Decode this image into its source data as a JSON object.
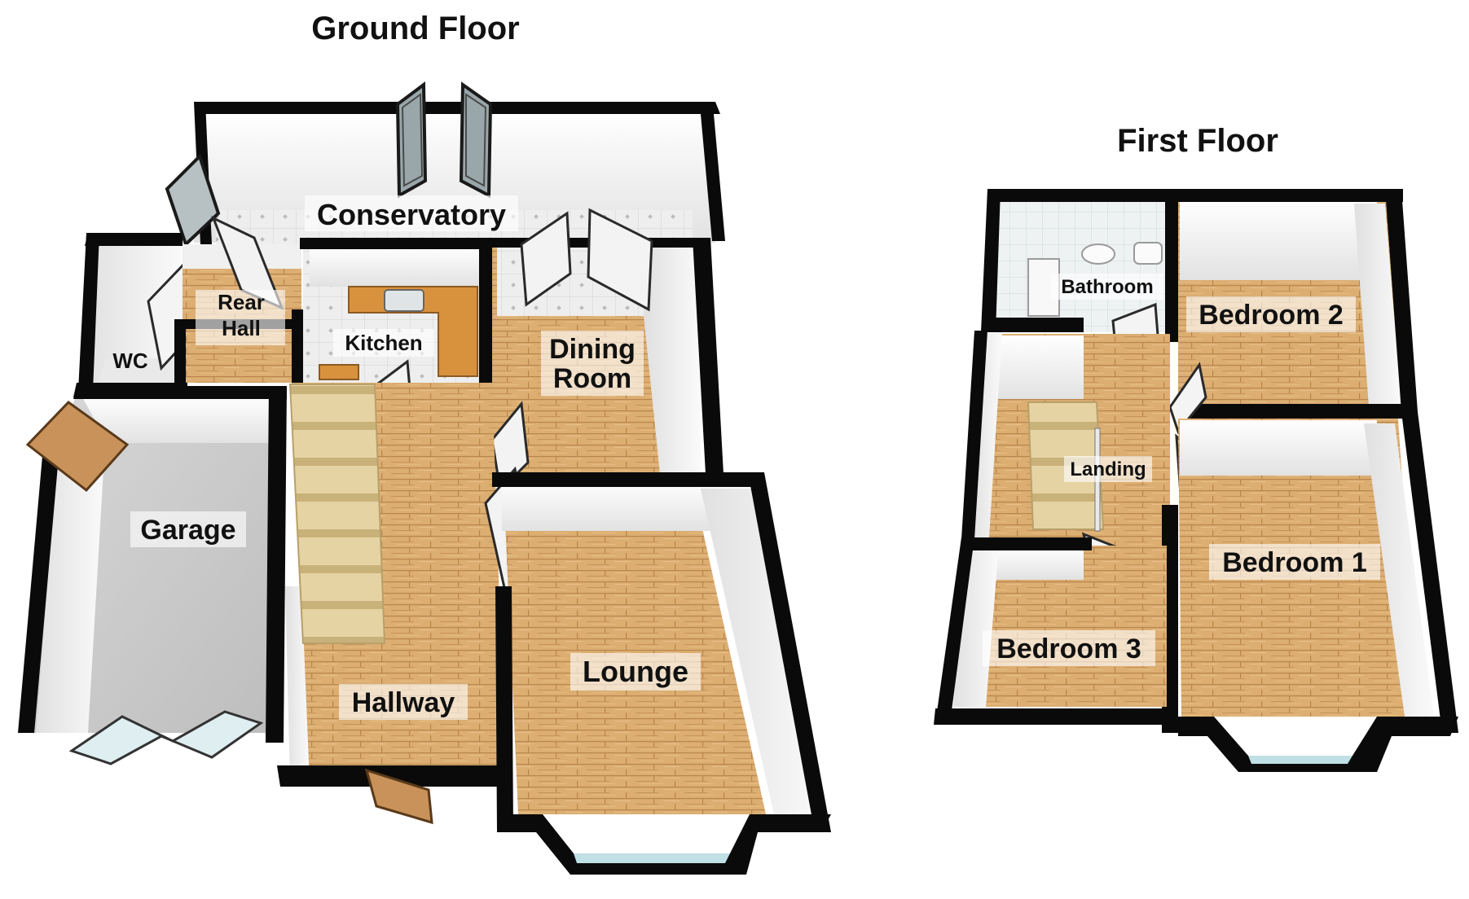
{
  "ground_floor": {
    "title": "Ground Floor",
    "rooms": {
      "conservatory": "Conservatory",
      "wc": "WC",
      "rear_hall_line1": "Rear",
      "rear_hall_line2": "Hall",
      "kitchen": "Kitchen",
      "dining_line1": "Dining",
      "dining_line2": "Room",
      "garage": "Garage",
      "hallway": "Hallway",
      "lounge": "Lounge"
    }
  },
  "first_floor": {
    "title": "First Floor",
    "rooms": {
      "bathroom": "Bathroom",
      "bedroom2": "Bedroom 2",
      "landing": "Landing",
      "bedroom1": "Bedroom 1",
      "bedroom3": "Bedroom 3"
    }
  },
  "colors": {
    "wall": "#0a0a0a",
    "wall_face": "#f2f2f2",
    "wood_floor": "#d9a86c",
    "tile_floor": "#ececec",
    "garage_floor": "#cfcfcf",
    "door_wood": "#c8925a",
    "counter": "#d8923e",
    "glass": "#bfe0e4"
  }
}
